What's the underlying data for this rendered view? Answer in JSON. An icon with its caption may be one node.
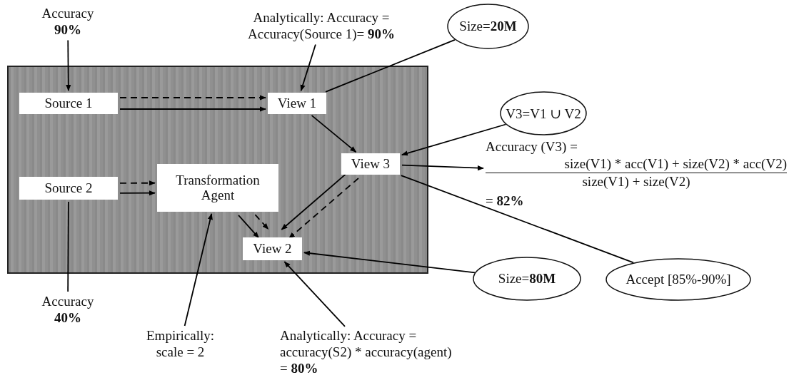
{
  "diagram": {
    "nodes": [
      {
        "text": [],
        "shape": "box"
      },
      {
        "text": [
          "Source 1"
        ],
        "in": 0
      },
      {
        "text": [
          "View 1"
        ],
        "in": 0
      },
      {
        "text": [
          "Transformation Agent"
        ],
        "in": 0
      },
      {
        "text": [
          "Source 2"
        ],
        "in": 0
      },
      {
        "text": [
          "View 3"
        ],
        "in": 0
      },
      {
        "text": [
          "View 2"
        ],
        "in": 0
      },
      {
        "text": [
          "Accuracy **90%**"
        ]
      },
      {
        "text": [
          "Analytically: Accuracy = Accuracy(Source 1)= **90%**"
        ]
      },
      {
        "text": [
          "Size=**20M**"
        ]
      },
      {
        "text": [
          "V3=V1 ∪ V2"
        ]
      },
      {
        "text": [
          "Accuracy (V3) =",
          "size(V1) * acc(V1) + size(V2) * acc(V2)",
          "size(V1) + size(V2)",
          "= **82%**"
        ]
      },
      {
        "text": [
          "Accuracy **40%**"
        ]
      },
      {
        "text": [
          "Empirically: scale = 2"
        ]
      },
      {
        "text": [
          "Analytically: Accuracy = accuracy(S2) * accuracy(agent) = **80%**"
        ]
      },
      {
        "text": [
          "Size=**80M**"
        ]
      },
      {
        "text": [
          "Accept [85%-90%]"
        ]
      }
    ],
    "edges": [
      {
        "from": 7,
        "to": 1,
        "arrow": "to"
      },
      {
        "from": 8,
        "to": 2,
        "arrow": "to"
      },
      {
        "from": 1,
        "to": 2,
        "arrow": "to",
        "style": "dashed"
      },
      {
        "from": 1,
        "to": 2,
        "arrow": "to"
      },
      {
        "from": 2,
        "to": 5,
        "arrow": "to"
      },
      {
        "from": 4,
        "to": 3,
        "arrow": "to",
        "style": "dashed"
      },
      {
        "from": 4,
        "to": 3,
        "arrow": "to"
      },
      {
        "from": 3,
        "to": 6,
        "arrow": "to",
        "style": "dashed"
      },
      {
        "from": 3,
        "to": 6,
        "arrow": "to"
      },
      {
        "from": 5,
        "to": 6,
        "arrow": "to",
        "style": "dashed"
      },
      {
        "from": 5,
        "to": 6,
        "arrow": "to"
      },
      {
        "from": 9,
        "to": 2,
        "arrow": "none"
      },
      {
        "from": 10,
        "to": 5,
        "arrow": "to"
      },
      {
        "from": 5,
        "to": 11,
        "arrow": "to"
      },
      {
        "from": 16,
        "to": 5,
        "arrow": "none"
      },
      {
        "from": 15,
        "to": 6,
        "arrow": "to"
      },
      {
        "from": 14,
        "to": 6,
        "arrow": "to"
      },
      {
        "from": 12,
        "to": 4,
        "arrow": "none"
      },
      {
        "from": 13,
        "to": 3,
        "arrow": "to"
      }
    ]
  }
}
